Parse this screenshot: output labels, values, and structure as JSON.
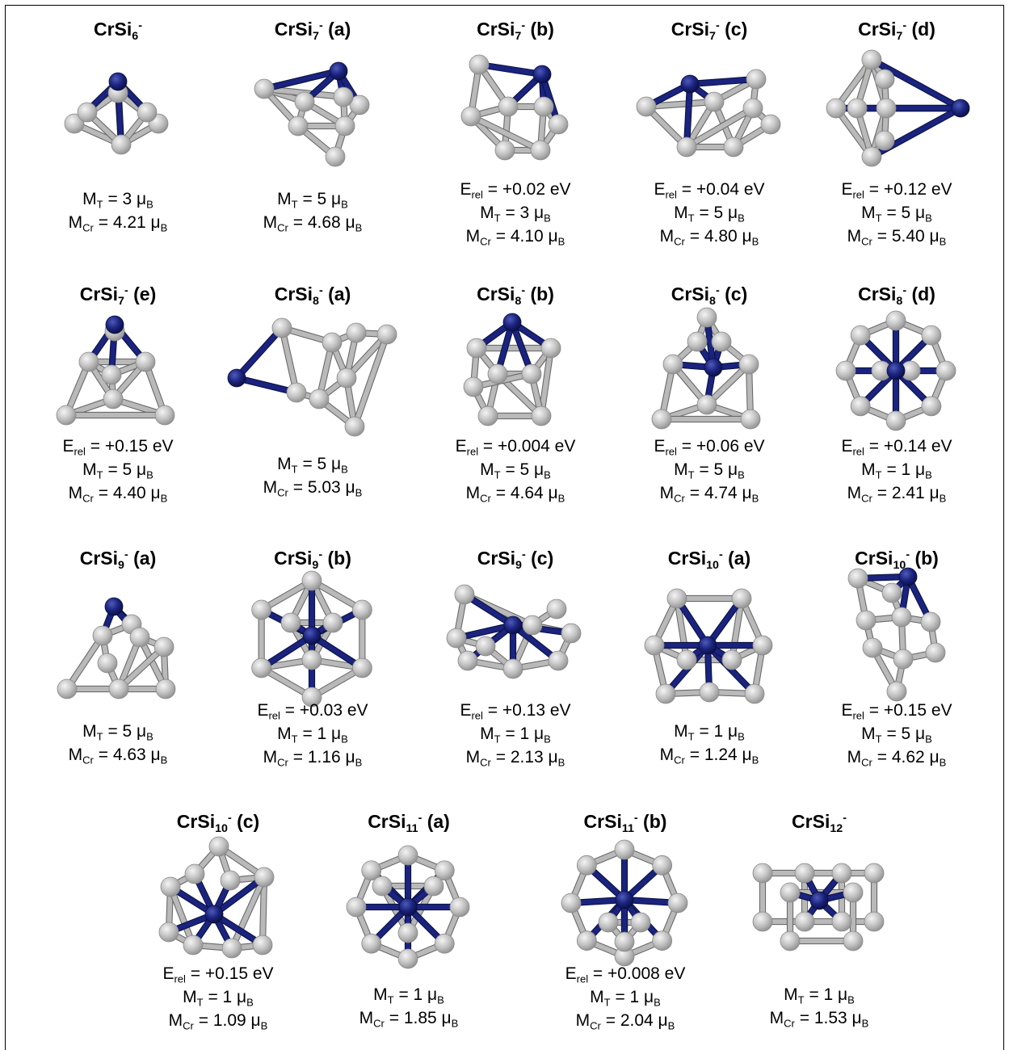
{
  "colors": {
    "si_atom": "#c2c2c2",
    "si_bond": "#b9b9b9",
    "cr_atom": "#1a237e",
    "background": "#ffffff"
  },
  "structures": [
    {
      "formula": "CrSi",
      "n": "6",
      "charge": "-",
      "isomer": "",
      "E_rel": "",
      "M_T": "3 μB",
      "M_Cr": "4.21 μB"
    },
    {
      "formula": "CrSi",
      "n": "7",
      "charge": "-",
      "isomer": "(a)",
      "E_rel": "",
      "M_T": "5 μB",
      "M_Cr": "4.68 μB"
    },
    {
      "formula": "CrSi",
      "n": "7",
      "charge": "-",
      "isomer": "(b)",
      "E_rel": "+0.02 eV",
      "M_T": "3 μB",
      "M_Cr": "4.10 μB"
    },
    {
      "formula": "CrSi",
      "n": "7",
      "charge": "-",
      "isomer": "(c)",
      "E_rel": "+0.04 eV",
      "M_T": "5 μB",
      "M_Cr": "4.80 μB"
    },
    {
      "formula": "CrSi",
      "n": "7",
      "charge": "-",
      "isomer": "(d)",
      "E_rel": "+0.12 eV",
      "M_T": "5 μB",
      "M_Cr": "5.40 μB"
    },
    {
      "formula": "CrSi",
      "n": "7",
      "charge": "-",
      "isomer": "(e)",
      "E_rel": "+0.15 eV",
      "M_T": "5 μB",
      "M_Cr": "4.40 μB"
    },
    {
      "formula": "CrSi",
      "n": "8",
      "charge": "-",
      "isomer": "(a)",
      "E_rel": "",
      "M_T": "5 μB",
      "M_Cr": "5.03 μB"
    },
    {
      "formula": "CrSi",
      "n": "8",
      "charge": "-",
      "isomer": "(b)",
      "E_rel": "+0.004 eV",
      "M_T": "5 μB",
      "M_Cr": "4.64 μB"
    },
    {
      "formula": "CrSi",
      "n": "8",
      "charge": "-",
      "isomer": "(c)",
      "E_rel": "+0.06 eV",
      "M_T": "5 μB",
      "M_Cr": "4.74 μB"
    },
    {
      "formula": "CrSi",
      "n": "8",
      "charge": "-",
      "isomer": "(d)",
      "E_rel": "+0.14 eV",
      "M_T": "1 μB",
      "M_Cr": "2.41 μB"
    },
    {
      "formula": "CrSi",
      "n": "9",
      "charge": "-",
      "isomer": "(a)",
      "E_rel": "",
      "M_T": "5 μB",
      "M_Cr": "4.63 μB"
    },
    {
      "formula": "CrSi",
      "n": "9",
      "charge": "-",
      "isomer": "(b)",
      "E_rel": "+0.03 eV",
      "M_T": "1 μB",
      "M_Cr": "1.16 μB"
    },
    {
      "formula": "CrSi",
      "n": "9",
      "charge": "-",
      "isomer": "(c)",
      "E_rel": "+0.13 eV",
      "M_T": "1 μB",
      "M_Cr": "2.13 μB"
    },
    {
      "formula": "CrSi",
      "n": "10",
      "charge": "-",
      "isomer": "(a)",
      "E_rel": "",
      "M_T": "1 μB",
      "M_Cr": "1.24 μB"
    },
    {
      "formula": "CrSi",
      "n": "10",
      "charge": "-",
      "isomer": "(b)",
      "E_rel": "+0.15 eV",
      "M_T": "5 μB",
      "M_Cr": "4.62 μB"
    },
    {
      "formula": "CrSi",
      "n": "10",
      "charge": "-",
      "isomer": "(c)",
      "E_rel": "+0.15 eV",
      "M_T": "1 μB",
      "M_Cr": "1.09 μB"
    },
    {
      "formula": "CrSi",
      "n": "11",
      "charge": "-",
      "isomer": "(a)",
      "E_rel": "",
      "M_T": "1 μB",
      "M_Cr": "1.85 μB"
    },
    {
      "formula": "CrSi",
      "n": "11",
      "charge": "-",
      "isomer": "(b)",
      "E_rel": "+0.008 eV",
      "M_T": "1 μB",
      "M_Cr": "2.04 μB"
    },
    {
      "formula": "CrSi",
      "n": "12",
      "charge": "-",
      "isomer": "",
      "E_rel": "",
      "M_T": "1 μB",
      "M_Cr": "1.53 μB"
    }
  ]
}
